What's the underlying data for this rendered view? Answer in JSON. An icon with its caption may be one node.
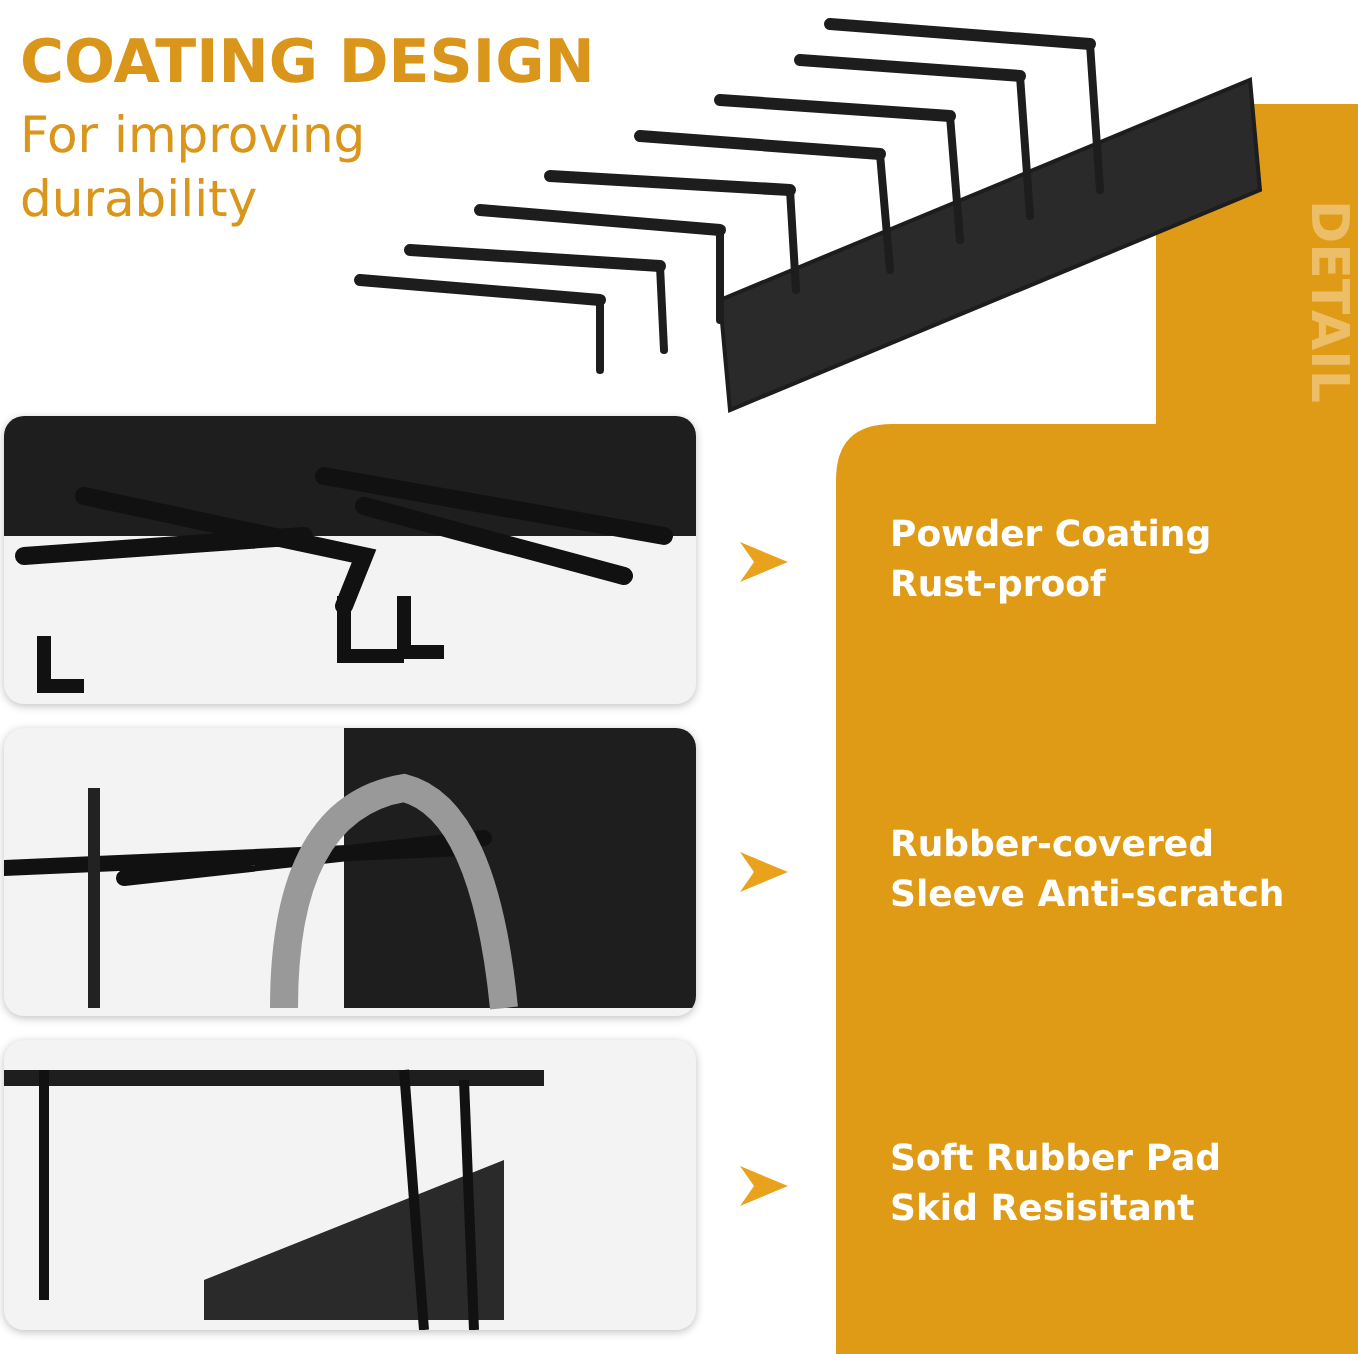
{
  "diagram": {
    "title": "COATING DESIGN",
    "nodes": [
      {
        "text": [],
        "shape": "picture"
      },
      {
        "text": [
          "Powder Coating Rust-proof"
        ]
      },
      {
        "text": [],
        "shape": "picture"
      },
      {
        "text": [
          "Rubber-covered Sleeve Anti-scratch"
        ]
      },
      {
        "text": [],
        "shape": "picture"
      },
      {
        "text": [
          "Soft Rubber Pad Skid Resisitant"
        ]
      }
    ],
    "edges": [
      {
        "from": 0,
        "to": 1,
        "arrow": "to"
      },
      {
        "from": 2,
        "to": 3,
        "arrow": "to"
      },
      {
        "from": 4,
        "to": 5,
        "arrow": "to"
      }
    ],
    "labels": [
      "For improving durability",
      "DETAIL"
    ]
  }
}
